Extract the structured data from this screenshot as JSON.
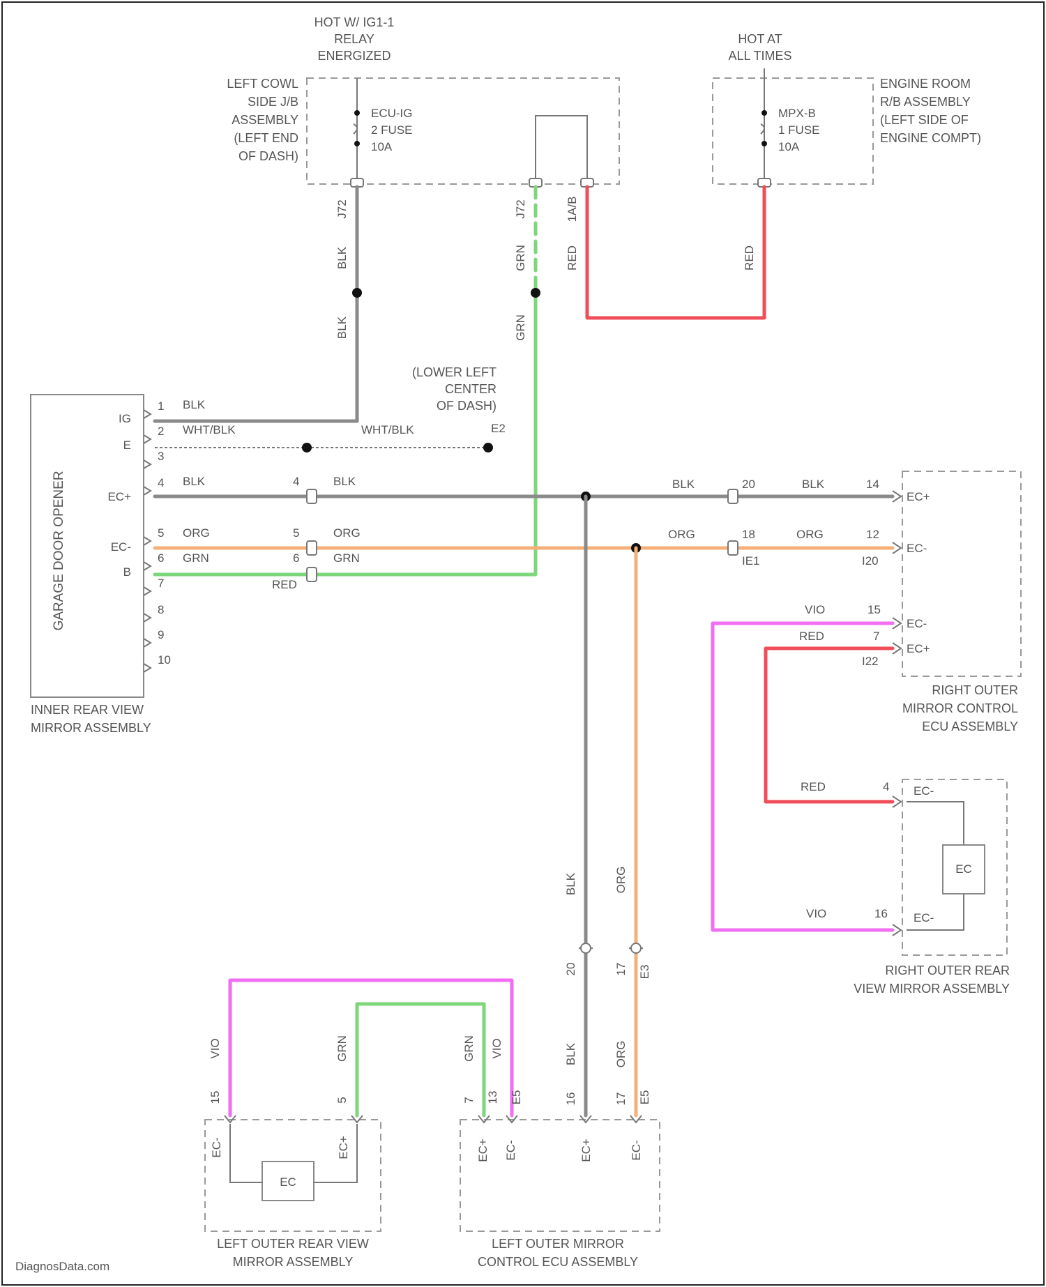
{
  "labels": {
    "hot_relay": [
      "HOT W/ IG1-1",
      "RELAY",
      "ENERGIZED"
    ],
    "hot_all": [
      "HOT AT",
      "ALL TIMES"
    ],
    "cowl_jb": [
      "LEFT COWL",
      "SIDE J/B",
      "ASSEMBLY",
      "(LEFT END",
      "OF DASH)"
    ],
    "engine_rb": [
      "ENGINE ROOM",
      "R/B ASSEMBLY",
      "(LEFT SIDE OF",
      "ENGINE COMPT)"
    ],
    "fuse_ecu": [
      "ECU-IG",
      "2 FUSE",
      "10A"
    ],
    "fuse_mpx": [
      "MPX-B",
      "1 FUSE",
      "10A"
    ],
    "lower_left": [
      "(LOWER LEFT",
      "CENTER",
      "OF DASH)"
    ],
    "inner_mirror": [
      "INNER REAR VIEW",
      "MIRROR ASSEMBLY"
    ],
    "garage": "GARAGE DOOR OPENER",
    "right_ecu": [
      "RIGHT OUTER",
      "MIRROR CONTROL",
      "ECU ASSEMBLY"
    ],
    "right_mirror": [
      "RIGHT OUTER REAR",
      "VIEW MIRROR ASSEMBLY"
    ],
    "left_mirror": [
      "LEFT OUTER REAR VIEW",
      "MIRROR ASSEMBLY"
    ],
    "left_ecu": [
      "LEFT OUTER MIRROR",
      "CONTROL ECU ASSEMBLY"
    ],
    "watermark": "DiagnosData.com"
  },
  "wire_colors": {
    "BLK": "#8a8a8a",
    "ORN": "#f5b07a",
    "GRN": "#7dd67a",
    "RED": "#ef4e58",
    "VIO": "#f06ef2"
  },
  "inner_mirror_pins": {
    "names": [
      "IG",
      "E",
      "EC+",
      "EC-",
      "B"
    ],
    "numbers": [
      "1",
      "2",
      "3",
      "4",
      "5",
      "6",
      "7",
      "8",
      "9",
      "10"
    ]
  },
  "wires": {
    "w1": "BLK",
    "w2": "WHT/BLK",
    "w2b": "WHT/BLK",
    "w4": "BLK",
    "w4b": "BLK",
    "w4c": "BLK",
    "w4d": "BLK",
    "w5": "ORG",
    "w5b": "ORG",
    "w5c": "ORG",
    "w5d": "ORG",
    "w6": "GRN",
    "w6b": "GRN",
    "w7": "RED",
    "blk_vert_a": "BLK",
    "blk_vert_b": "BLK",
    "grn_vert_a": "GRN",
    "grn_vert_b": "GRN",
    "red_vert": "RED",
    "red_vert_b": "RED",
    "vio_r1": "VIO",
    "red_r1": "RED",
    "red_r2": "RED",
    "vio_r2": "VIO",
    "blk_down": "BLK",
    "org_down": "ORG",
    "vio_left": "VIO",
    "grn_left": "GRN",
    "grn_left2": "GRN",
    "vio_left2": "VIO",
    "blk_left3": "BLK",
    "org_left3": "ORG"
  },
  "pins": {
    "j72a": "J72",
    "j72b": "J72",
    "j9b": "1A/B",
    "j4": "4",
    "j5": "5",
    "j6": "6",
    "ec_e2": "E2",
    "p20": "20",
    "p18": "18",
    "p14": "14",
    "p12": "12",
    "e1": "IE1",
    "i20": "I20",
    "p15": "15",
    "p7": "7",
    "i22": "I22",
    "m4": "4",
    "m16": "16",
    "p20b": "20",
    "p17b": "17",
    "e33": "E3",
    "l15": "15",
    "l5": "5",
    "l7": "7",
    "l13": "13",
    "l17": "17",
    "c19": "E5",
    "c16": "16",
    "c17": "17",
    "c19b": "E5"
  },
  "pin_labels": {
    "rec_plus": "EC+",
    "rec_minus": "EC-",
    "rec_minus2": "EC-",
    "rec_plus2": "EC+",
    "rm_top": "EC-",
    "rm_bot": "EC-",
    "lm_left": "EC-",
    "lm_right": "EC+",
    "lc_1": "EC+",
    "lc_2": "EC-",
    "lc_3": "EC+",
    "lc_4": "EC-",
    "ec": "EC"
  }
}
